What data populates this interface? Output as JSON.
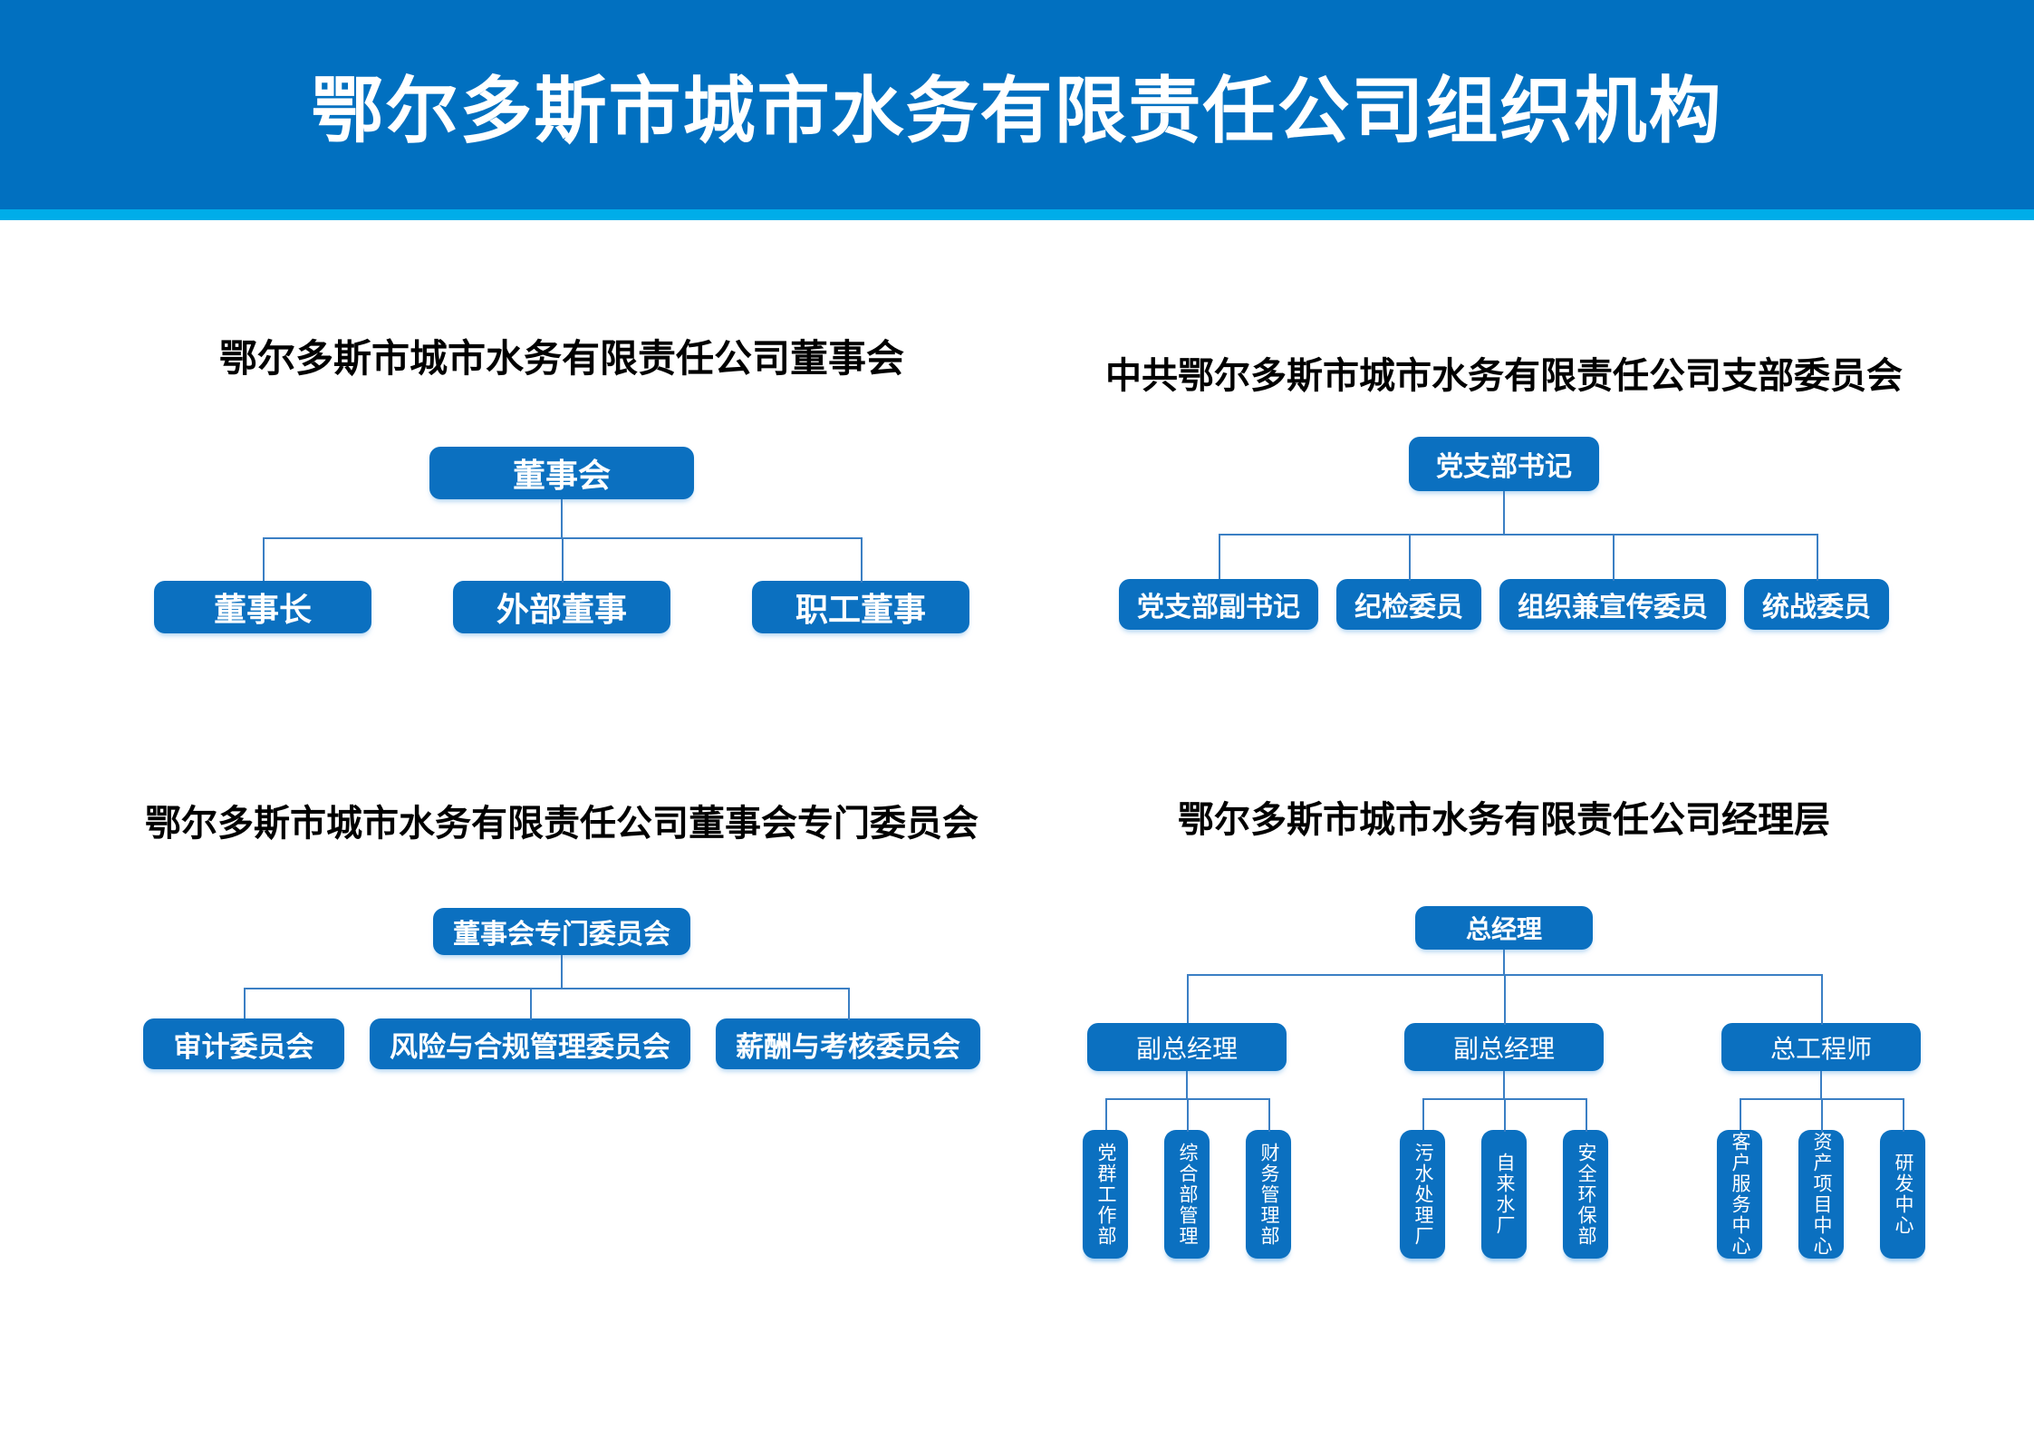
{
  "page": {
    "title": "鄂尔多斯市城市水务有限责任公司组织机构"
  },
  "colors": {
    "banner": "#0170c0",
    "strip": "#00ade9",
    "box": "#0b70c0",
    "line": "#3b7fc4"
  },
  "charts": [
    {
      "title": "鄂尔多斯市城市水务有限责任公司董事会",
      "root": "董事会",
      "children": [
        {
          "label": "董事长"
        },
        {
          "label": "外部董事"
        },
        {
          "label": "职工董事"
        }
      ]
    },
    {
      "title": "中共鄂尔多斯市城市水务有限责任公司支部委员会",
      "root": "党支部书记",
      "children": [
        {
          "label": "党支部副书记"
        },
        {
          "label": "纪检委员"
        },
        {
          "label": "组织兼宣传委员"
        },
        {
          "label": "统战委员"
        }
      ]
    },
    {
      "title": "鄂尔多斯市城市水务有限责任公司董事会专门委员会",
      "root": "董事会专门委员会",
      "children": [
        {
          "label": "审计委员会"
        },
        {
          "label": "风险与合规管理委员会"
        },
        {
          "label": "薪酬与考核委员会"
        }
      ]
    },
    {
      "title": "鄂尔多斯市城市水务有限责任公司经理层",
      "root": "总经理",
      "children": [
        {
          "label": "副总经理",
          "children": [
            "党群工作部",
            "综合部管理",
            "财务管理部"
          ]
        },
        {
          "label": "副总经理",
          "children": [
            "污水处理厂",
            "自来水厂",
            "安全环保部"
          ]
        },
        {
          "label": "总工程师",
          "children": [
            "客户服务中心",
            "资产项目中心",
            "研发中心"
          ]
        }
      ]
    }
  ]
}
